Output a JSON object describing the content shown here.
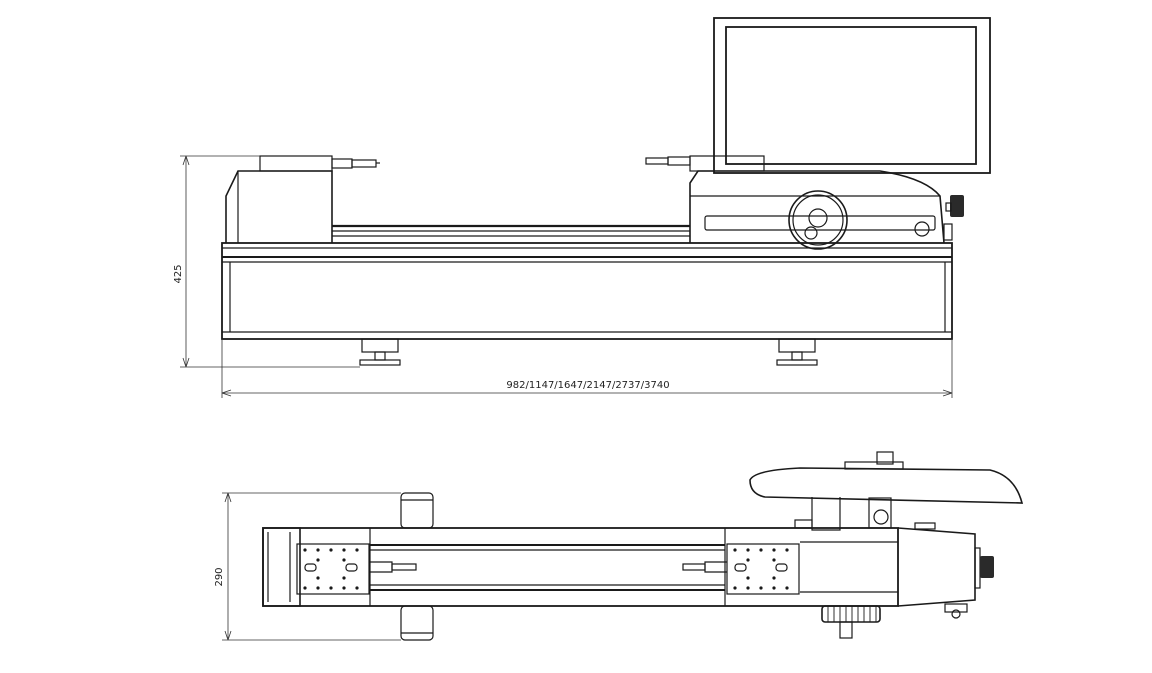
{
  "front_view": {
    "height_dimension": "425",
    "length_dimension": "982/1147/1647/2147/2737/3740"
  },
  "top_view": {
    "width_dimension": "290"
  },
  "colors": {
    "line": "#1a1a1a",
    "thin_line": "#333333",
    "background": "#ffffff"
  }
}
